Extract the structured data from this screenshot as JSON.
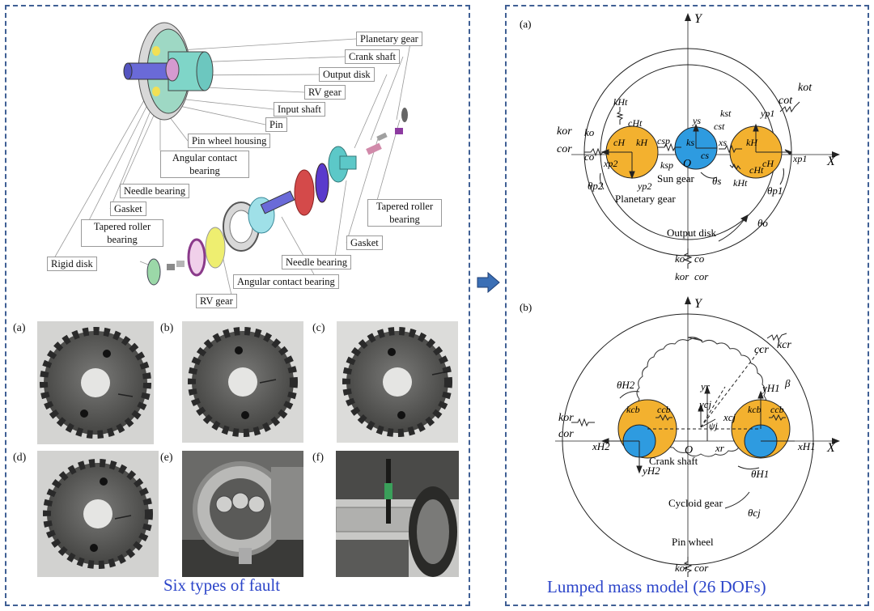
{
  "left_panel": {
    "assembly_labels": [
      "Planetary gear",
      "Crank shaft",
      "Output disk",
      "RV gear",
      "Input shaft",
      "Pin",
      "Pin wheel housing",
      "Angular contact bearing",
      "Needle bearing",
      "Gasket",
      "Tapered roller bearing",
      "Rigid disk",
      "Tapered roller bearing",
      "Gasket",
      "Needle bearing",
      "Angular contact bearing",
      "RV gear"
    ],
    "photo_labels": [
      "(a)",
      "(b)",
      "(c)",
      "(d)",
      "(e)",
      "(f)"
    ],
    "caption": "Six types of fault"
  },
  "right_panel": {
    "a": {
      "tag": "(a)",
      "axis_x": "X",
      "axis_y": "Y",
      "labels": {
        "sun_gear": "Sun gear",
        "planetary_gear": "Planetary gear",
        "output_disk": "Output disk",
        "O": "O"
      },
      "symbols": {
        "k_or": "kor",
        "c_or": "cor",
        "k_o": "ko",
        "c_o": "co",
        "k_ot": "kot",
        "c_ot": "cot",
        "k_Ht": "kHt",
        "c_Ht": "cHt",
        "c_H": "cH",
        "k_H": "kH",
        "c_sp": "csp",
        "k_sp": "ksp",
        "k_st": "kst",
        "c_st": "cst",
        "k_s": "ks",
        "c_s": "cs",
        "x_s": "xs",
        "y_s": "ys",
        "x_p2": "xp2",
        "y_p2": "yp2",
        "x_p1": "xp1",
        "y_p1": "yp1",
        "theta_p2": "θp2",
        "theta_p1": "θp1",
        "theta_s": "θs",
        "theta_o": "θo",
        "bottom_ko": "ko",
        "bottom_co": "co",
        "bottom_kor": "kor",
        "bottom_cor": "cor"
      }
    },
    "b": {
      "tag": "(b)",
      "axis_x": "X",
      "axis_y": "Y",
      "labels": {
        "crank_shaft": "Crank shaft",
        "cycloid_gear": "Cycloid gear",
        "pin_wheel": "Pin wheel",
        "O": "O"
      },
      "symbols": {
        "k_cr": "kcr",
        "c_cr": "ccr",
        "beta": "β",
        "theta_H2": "θH2",
        "theta_H1": "θH1",
        "theta_cj": "θcj",
        "y_r": "yr",
        "x_r": "xr",
        "y_cj": "ycj",
        "x_cj": "xcj",
        "psi": "ψj",
        "y_H1": "yH1",
        "x_H1": "xH1",
        "y_H2": "yH2",
        "x_H2": "xH2",
        "k_cb": "kcb",
        "c_cb": "ccb",
        "k_or": "kor",
        "c_or": "cor"
      }
    },
    "caption": "Lumped mass model (26 DOFs)"
  },
  "colors": {
    "border": "#3f5f94",
    "orange": "#f3b12f",
    "blue": "#2e9be0",
    "caption": "#2b44c9",
    "arrow": "#3b6fb5"
  }
}
